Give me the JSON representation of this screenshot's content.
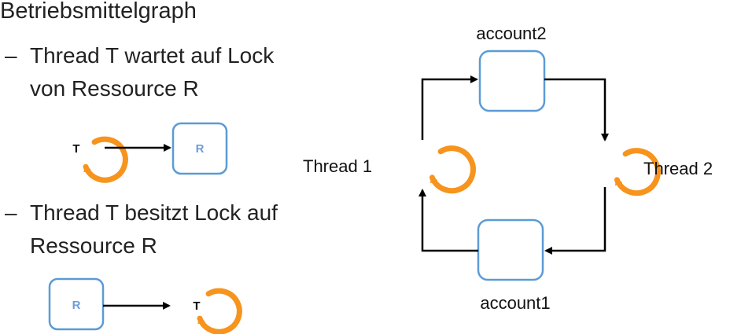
{
  "title": "Betriebsmittelgraph",
  "bullets": [
    {
      "dash": "–",
      "text": "Thread T wartet auf Lock\nvon Ressource R"
    },
    {
      "dash": "–",
      "text": "Thread T besitzt Lock auf\nRessource R"
    }
  ],
  "example_wait": {
    "thread_label": "T",
    "resource_label": "R"
  },
  "example_own": {
    "thread_label": "T",
    "resource_label": "R"
  },
  "cycle": {
    "thread1_label": "Thread 1",
    "thread2_label": "Thread 2",
    "account1_label": "account1",
    "account2_label": "account2"
  },
  "colors": {
    "thread_orange": "#F7941D",
    "resource_blue": "#5B9BD5",
    "resource_text": "#6E9ED8",
    "arrow": "#000000"
  }
}
